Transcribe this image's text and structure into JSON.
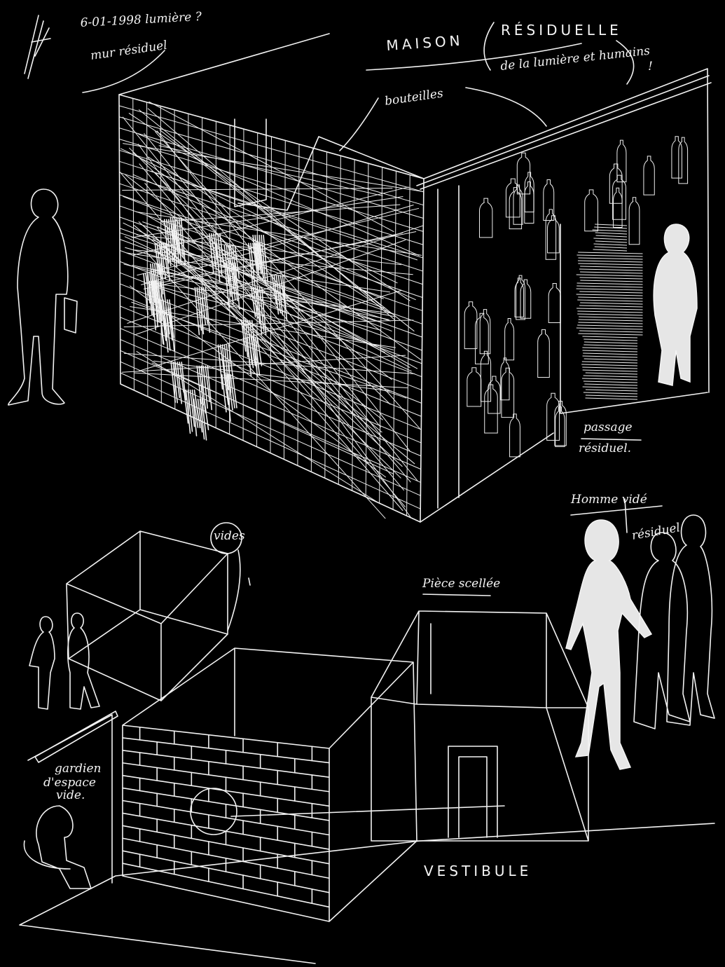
{
  "sketch": {
    "date_note": "6-01-1998 lumière ?",
    "wall_label": "mur résiduel",
    "title_main": "MAISON",
    "title_sub": "RÉSIDUELLE",
    "title_paren": "de la lumière et humains",
    "exclaim": "!",
    "bottles_label": "bouteilles",
    "passage_label": "passage",
    "passage_label_2": "résiduel.",
    "man_label": "Homme vidé",
    "residual_label": "résiduel",
    "room_label": "Pièce scellée",
    "cube_label": "vides",
    "guardian_label_1": "gardien",
    "guardian_label_2": "d'espace",
    "guardian_label_3": "vide.",
    "vestibule_label": "VESTIBULE"
  },
  "colors": {
    "background": "#000000",
    "line": "#f2f2f2",
    "figure_fill": "#e6e6e6"
  }
}
